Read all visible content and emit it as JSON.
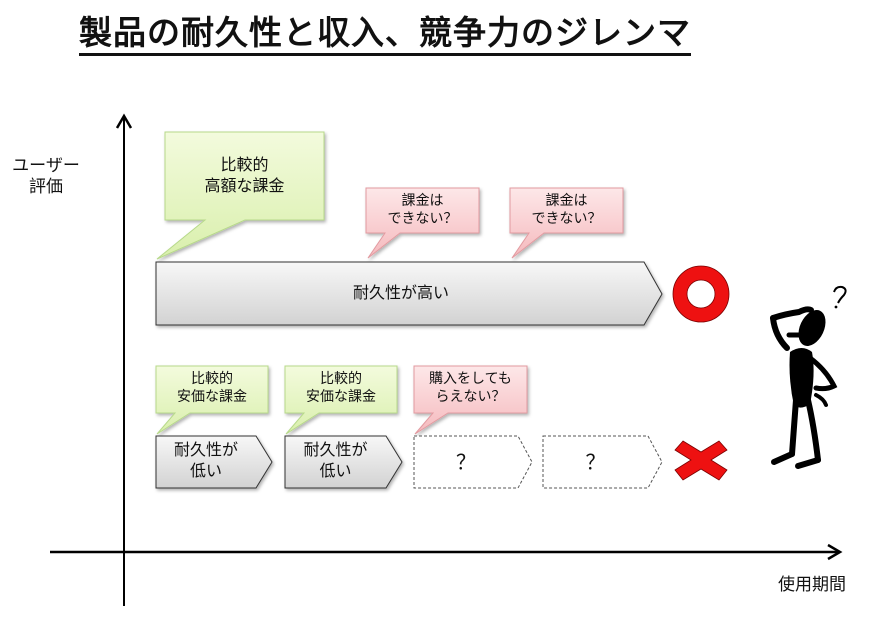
{
  "title": "製品の耐久性と収入、競争力のジレンマ",
  "axes": {
    "y_label": [
      "ユーザー",
      "評価"
    ],
    "x_label": "使用期間"
  },
  "high_durability": {
    "product_label": "耐久性が高い",
    "callouts": [
      {
        "lines": [
          "比較的",
          "高額な課金"
        ],
        "color": "green"
      },
      {
        "lines": [
          "課金は",
          "できない？"
        ],
        "color": "pink"
      },
      {
        "lines": [
          "課金は",
          "できない？"
        ],
        "color": "pink"
      }
    ],
    "verdict": "circle",
    "verdict_symbol": "○"
  },
  "low_durability": {
    "segments": [
      {
        "lines": [
          "耐久性が",
          "低い"
        ],
        "style": "solid"
      },
      {
        "lines": [
          "耐久性が",
          "低い"
        ],
        "style": "solid"
      },
      {
        "lines": [
          "？"
        ],
        "style": "dashed"
      },
      {
        "lines": [
          "？"
        ],
        "style": "dashed"
      }
    ],
    "callouts": [
      {
        "lines": [
          "比較的",
          "安価な課金"
        ],
        "color": "green"
      },
      {
        "lines": [
          "比較的",
          "安価な課金"
        ],
        "color": "green"
      },
      {
        "lines": [
          "購入をしても",
          "らえない？"
        ],
        "color": "pink"
      }
    ],
    "verdict": "cross",
    "verdict_symbol": "✕"
  },
  "figure": {
    "icon": "confused-person-icon",
    "symbol": "?"
  },
  "colors": {
    "green_fill": "#e6f5c4",
    "green_stroke": "#b7d98a",
    "pink_fill": "#f9d3d5",
    "pink_stroke": "#e29aa0",
    "arrow_fill": "#e8e8e8",
    "verdict_red": "#ee1111"
  }
}
